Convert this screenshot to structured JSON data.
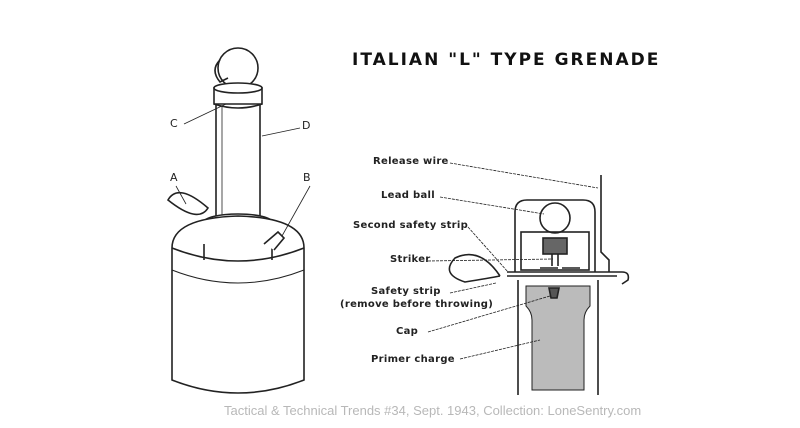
{
  "title": "ITALIAN \"L\" TYPE GRENADE",
  "left_labels": {
    "c": "C",
    "d": "D",
    "a": "A",
    "b": "B"
  },
  "right_labels": {
    "release_wire": "Release wire",
    "lead_ball": "Lead ball",
    "second_safety_strip": "Second safety strip",
    "striker": "Striker",
    "safety_strip": "Safety strip",
    "safety_strip_note": "(remove before throwing)",
    "cap": "Cap",
    "primer_charge": "Primer charge"
  },
  "credit": "Tactical & Technical Trends #34, Sept. 1943, Collection: LoneSentry.com"
}
